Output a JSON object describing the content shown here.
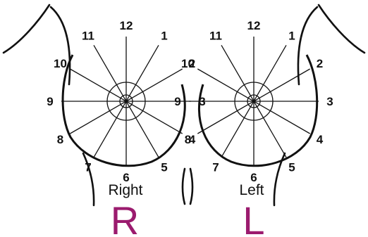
{
  "colors": {
    "ink": "#111111",
    "accent": "#9b1b6e"
  },
  "clock_numbers": [
    "12",
    "1",
    "2",
    "3",
    "4",
    "5",
    "6",
    "7",
    "8",
    "9",
    "10",
    "11"
  ],
  "breasts": [
    {
      "id": "right",
      "label": "Right",
      "letter": "R"
    },
    {
      "id": "left",
      "label": "Left",
      "letter": "L"
    }
  ]
}
